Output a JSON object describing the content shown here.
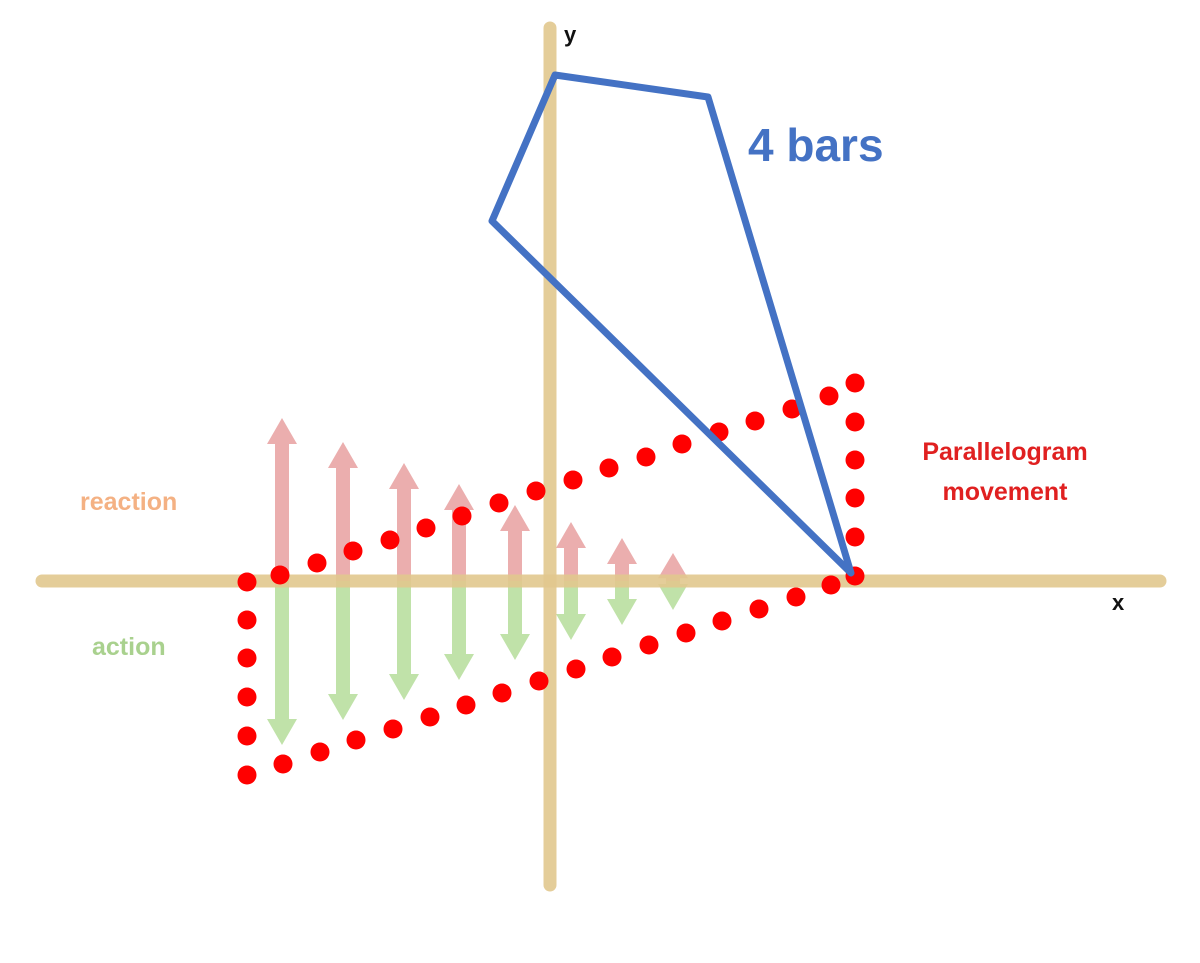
{
  "axes": {
    "x_label": "x",
    "y_label": "y",
    "color": "#e2c88e"
  },
  "labels": {
    "four_bars": "4 bars",
    "parallelogram_line1": "Parallelogram",
    "parallelogram_line2": "movement",
    "reaction": "reaction",
    "action": "action"
  },
  "colors": {
    "four_bars": "#4472c4",
    "parallelogram_dots": "#ff0000",
    "parallelogram_text": "#e02020",
    "reaction": "#f4b183",
    "action": "#a9d18e",
    "reaction_arrows": "#e8a0a0",
    "action_arrows": "#b5dd9a"
  },
  "force_arrows": {
    "count": 8,
    "note_direction": "reaction arrows point up, action arrows point down, both decreasing in length toward the pivot"
  }
}
